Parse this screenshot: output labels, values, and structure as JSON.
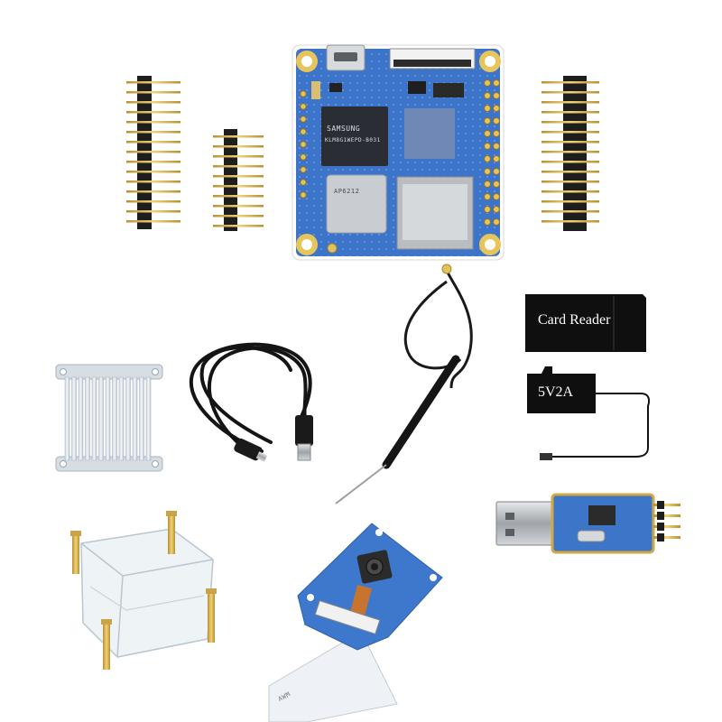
{
  "scene": {
    "background": "#ffffff",
    "board_color": "#3b73c8",
    "gold": "#d9b24a",
    "header_pin_color": "#1b1b1b"
  },
  "labels": {
    "card_reader": "Card Reader",
    "power_supply": "5V2A",
    "memory_chip": [
      "SAMSUNG",
      "KLM8G1WEPD-B031"
    ],
    "module_chip": [
      "AP6212"
    ],
    "camera_cable_text": "AWM"
  },
  "items": [
    {
      "id": "pin-header-left-tall",
      "icon": "pin-header-icon"
    },
    {
      "id": "pin-header-left-short",
      "icon": "pin-header-icon"
    },
    {
      "id": "single-board-computer",
      "icon": "board-icon"
    },
    {
      "id": "pin-header-right",
      "icon": "pin-header-icon"
    },
    {
      "id": "heatsink",
      "icon": "heatsink-icon"
    },
    {
      "id": "usb-cable",
      "icon": "cable-icon"
    },
    {
      "id": "wifi-antenna",
      "icon": "antenna-icon"
    },
    {
      "id": "card-reader",
      "icon": "sd-card-icon"
    },
    {
      "id": "power-adapter",
      "icon": "power-plug-icon"
    },
    {
      "id": "acrylic-case",
      "icon": "case-icon"
    },
    {
      "id": "camera-module",
      "icon": "camera-icon"
    },
    {
      "id": "usb-serial-adapter",
      "icon": "usb-icon"
    }
  ]
}
